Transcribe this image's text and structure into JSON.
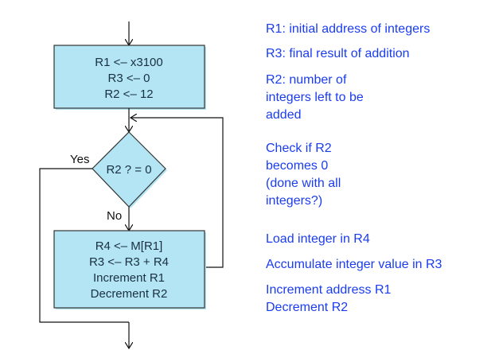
{
  "colors": {
    "box_fill": "#b3e5f5",
    "box_stroke": "#333333",
    "annotation_text": "#1a3cf0",
    "line": "#111111"
  },
  "flowchart": {
    "init_box": {
      "lines": [
        "R1 <– x3100",
        "R3 <– 0",
        "R2 <– 12"
      ]
    },
    "decision": {
      "text": "R2 ? = 0",
      "yes_label": "Yes",
      "no_label": "No"
    },
    "loop_box": {
      "lines": [
        "R4 <– M[R1]",
        "R3 <– R3 + R4",
        "Increment R1",
        "Decrement R2"
      ]
    }
  },
  "annotations": [
    {
      "id": "r1",
      "lines": [
        "R1: initial address of integers"
      ]
    },
    {
      "id": "r3",
      "lines": [
        "R3: final result of addition"
      ]
    },
    {
      "id": "r2",
      "lines": [
        "R2: number of",
        "integers left to be",
        "added"
      ]
    },
    {
      "id": "check",
      "lines": [
        "Check if R2",
        "becomes 0",
        "(done with all",
        "integers?)"
      ]
    },
    {
      "id": "load",
      "lines": [
        "Load integer in R4"
      ]
    },
    {
      "id": "accumulate",
      "lines": [
        "Accumulate integer value in R3"
      ]
    },
    {
      "id": "incdec",
      "lines": [
        "Increment address R1",
        "Decrement R2"
      ]
    }
  ]
}
